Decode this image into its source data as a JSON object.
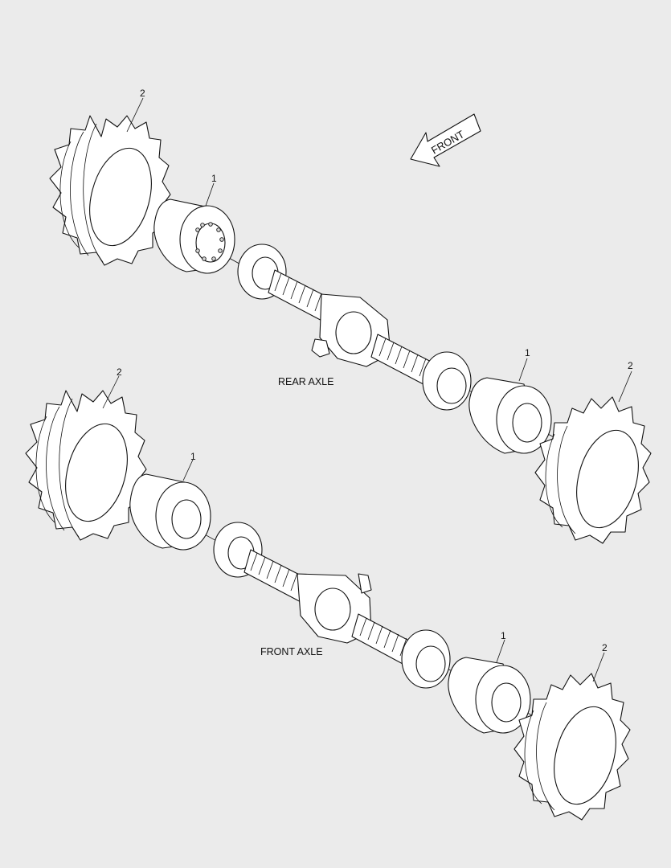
{
  "direction_arrow": {
    "label": "FRONT",
    "icon": "direction-arrow-icon"
  },
  "assemblies": [
    {
      "caption": "REAR AXLE",
      "callouts": {
        "left_tire": "2",
        "left_rim": "1",
        "right_rim": "1",
        "right_tire": "2"
      }
    },
    {
      "caption": "FRONT AXLE",
      "callouts": {
        "left_tire": "2",
        "left_rim": "1",
        "right_rim": "1",
        "right_tire": "2"
      }
    }
  ],
  "colors": {
    "background": "#ebebeb",
    "line": "#111111",
    "part_fill": "#ffffff"
  }
}
